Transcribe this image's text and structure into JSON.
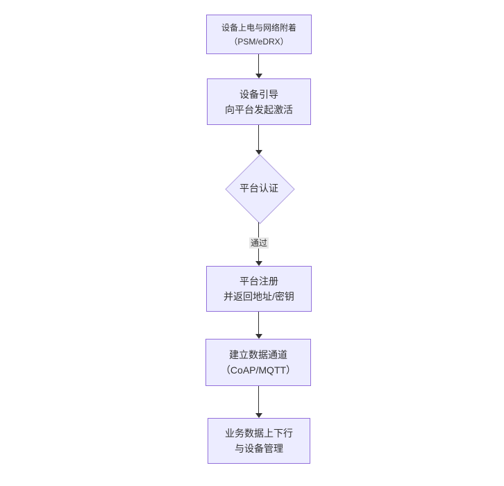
{
  "diagram": {
    "type": "flowchart",
    "direction": "top-down",
    "colors": {
      "node_fill": "#ECECFF",
      "node_border": "#9370DB",
      "diamond_border": "#B3A2E0",
      "arrow": "#333333",
      "edge_label_bg": "#E8E8E8",
      "text": "#333333",
      "background": "#FFFFFF"
    },
    "nodes": [
      {
        "id": "A",
        "shape": "rect",
        "lines": [
          "设备上电与网络附着",
          "（PSM/eDRX）"
        ]
      },
      {
        "id": "B",
        "shape": "rect",
        "lines": [
          "设备引导",
          "向平台发起激活"
        ]
      },
      {
        "id": "C",
        "shape": "diamond",
        "lines": [
          "平台认证"
        ]
      },
      {
        "id": "D",
        "shape": "rect",
        "lines": [
          "平台注册",
          "并返回地址/密钥"
        ]
      },
      {
        "id": "E",
        "shape": "rect",
        "lines": [
          "建立数据通道",
          "（CoAP/MQTT）"
        ]
      },
      {
        "id": "F",
        "shape": "rect",
        "lines": [
          "业务数据上下行",
          "与设备管理"
        ]
      }
    ],
    "edges": [
      {
        "from": "A",
        "to": "B",
        "label": ""
      },
      {
        "from": "B",
        "to": "C",
        "label": ""
      },
      {
        "from": "C",
        "to": "D",
        "label": "通过"
      },
      {
        "from": "D",
        "to": "E",
        "label": ""
      },
      {
        "from": "E",
        "to": "F",
        "label": ""
      }
    ]
  }
}
